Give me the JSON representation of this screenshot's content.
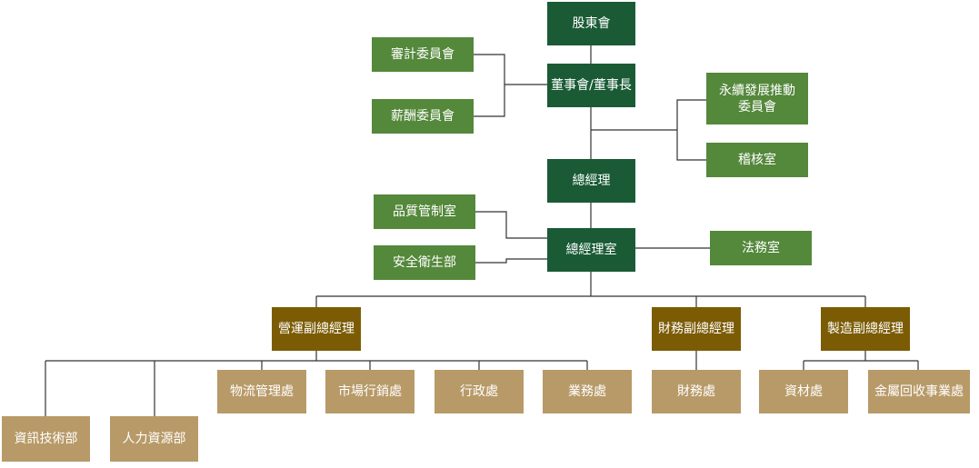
{
  "colors": {
    "dark_green": "#1a5b36",
    "light_green": "#54883b",
    "brown": "#7b5c05",
    "tan": "#b89a68",
    "line": "#333333"
  },
  "nodes": {
    "shareholders": "股東會",
    "audit_committee": "審計委員會",
    "board": "董事會/董事長",
    "compensation_committee": "薪酬委員會",
    "sustainability_committee": "永續發展推動\n委員會",
    "audit_office": "稽核室",
    "general_manager": "總經理",
    "quality_office": "品質管制室",
    "gm_office": "總經理室",
    "legal_office": "法務室",
    "safety_dept": "安全衛生部",
    "vp_operations": "營運副總經理",
    "vp_finance": "財務副總經理",
    "vp_manufacturing": "製造副總經理",
    "it_dept": "資訊技術部",
    "hr_dept": "人力資源部",
    "logistics_div": "物流管理處",
    "marketing_div": "市場行銷處",
    "admin_div": "行政處",
    "business_div": "業務處",
    "finance_div": "財務處",
    "materials_div": "資材處",
    "metal_recycling_div": "金屬回收事業處"
  }
}
